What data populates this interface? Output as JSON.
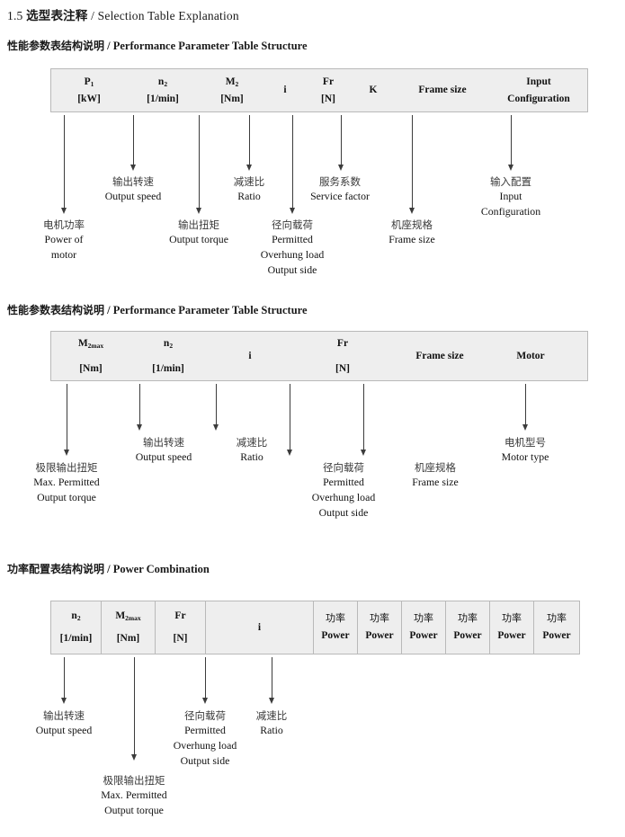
{
  "page": {
    "title_number": "1.5",
    "title_cn": "选型表注释",
    "title_sep": "/",
    "title_en": "Selection Table Explanation"
  },
  "sections": [
    {
      "heading_cn": "性能参数表结构说明",
      "heading_sep": "/",
      "heading_en": "Performance Parameter Table Structure",
      "table": {
        "divided": false,
        "columns": [
          {
            "line1": "P",
            "line1_sub": "1",
            "line2": "[kW]"
          },
          {
            "line1": "n",
            "line1_sub": "2",
            "line2": "[1/min]"
          },
          {
            "line1": "M",
            "line1_sub": "2",
            "line2": "[Nm]"
          },
          {
            "line1": "i",
            "line1_sub": "",
            "line2": ""
          },
          {
            "line1": "Fr",
            "line1_sub": "",
            "line2": "[N]"
          },
          {
            "line1": "K",
            "line1_sub": "",
            "line2": ""
          },
          {
            "line1": "Frame size",
            "line1_sub": "",
            "line2": ""
          },
          {
            "line1": "Input",
            "line1_sub": "",
            "line2": "Configuration"
          }
        ]
      },
      "callouts": [
        {
          "cn": "电机功率",
          "en": [
            "Power of",
            "motor"
          ]
        },
        {
          "cn": "输出转速",
          "en": [
            "Output speed"
          ]
        },
        {
          "cn": "输出扭矩",
          "en": [
            "Output torque"
          ]
        },
        {
          "cn": "减速比",
          "en": [
            "Ratio"
          ]
        },
        {
          "cn": "径向载荷",
          "en": [
            "Permitted",
            "Overhung load",
            "Output side"
          ]
        },
        {
          "cn": "服务系数",
          "en": [
            "Service factor"
          ]
        },
        {
          "cn": "机座规格",
          "en": [
            "Frame size"
          ]
        },
        {
          "cn": "输入配置",
          "en": [
            "Input",
            "Configuration"
          ]
        }
      ]
    },
    {
      "heading_cn": "性能参数表结构说明",
      "heading_sep": "/",
      "heading_en": "Performance Parameter Table Structure",
      "table": {
        "divided": false,
        "columns": [
          {
            "line1": "M",
            "line1_sub": "2max",
            "line2": "[Nm]"
          },
          {
            "line1": "n",
            "line1_sub": "2",
            "line2": "[1/min]"
          },
          {
            "line1": "i",
            "line1_sub": "",
            "line2": ""
          },
          {
            "line1": "Fr",
            "line1_sub": "",
            "line2": "[N]"
          },
          {
            "line1": "Frame size",
            "line1_sub": "",
            "line2": ""
          },
          {
            "line1": "Motor",
            "line1_sub": "",
            "line2": ""
          }
        ]
      },
      "callouts": [
        {
          "cn": "极限输出扭矩",
          "en": [
            "Max. Permitted",
            "Output  torque"
          ]
        },
        {
          "cn": "输出转速",
          "en": [
            "Output speed"
          ]
        },
        {
          "cn": "减速比",
          "en": [
            "Ratio"
          ]
        },
        {
          "cn": "径向载荷",
          "en": [
            "Permitted",
            "Overhung load",
            "Output side"
          ]
        },
        {
          "cn": "机座规格",
          "en": [
            "Frame size"
          ]
        },
        {
          "cn": "电机型号",
          "en": [
            "Motor type"
          ]
        }
      ]
    },
    {
      "heading_cn": "功率配置表结构说明",
      "heading_sep": "/",
      "heading_en": "Power Combination",
      "table": {
        "divided": true,
        "columns": [
          {
            "line1": "n",
            "line1_sub": "2",
            "line2": "[1/min]"
          },
          {
            "line1": "M",
            "line1_sub": "2max",
            "line2": "[Nm]"
          },
          {
            "line1": "Fr",
            "line1_sub": "",
            "line2": "[N]"
          },
          {
            "line1": "i",
            "line1_sub": "",
            "line2": ""
          },
          {
            "line1_cjk": "功率",
            "line2": "Power"
          },
          {
            "line1_cjk": "功率",
            "line2": "Power"
          },
          {
            "line1_cjk": "功率",
            "line2": "Power"
          },
          {
            "line1_cjk": "功率",
            "line2": "Power"
          },
          {
            "line1_cjk": "功率",
            "line2": "Power"
          },
          {
            "line1_cjk": "功率",
            "line2": "Power"
          }
        ]
      },
      "callouts": [
        {
          "cn": "输出转速",
          "en": [
            "Output speed"
          ]
        },
        {
          "cn": "极限输出扭矩",
          "en": [
            "Max. Permitted",
            "Output  torque"
          ]
        },
        {
          "cn": "径向载荷",
          "en": [
            "Permitted",
            "Overhung load",
            "Output side"
          ]
        },
        {
          "cn": "减速比",
          "en": [
            "Ratio"
          ]
        }
      ]
    }
  ],
  "colors": {
    "table_fill": "#eeeeee",
    "table_border": "#b9b9b9",
    "arrow": "#3c3c3c",
    "text": "#1a1a1a"
  }
}
